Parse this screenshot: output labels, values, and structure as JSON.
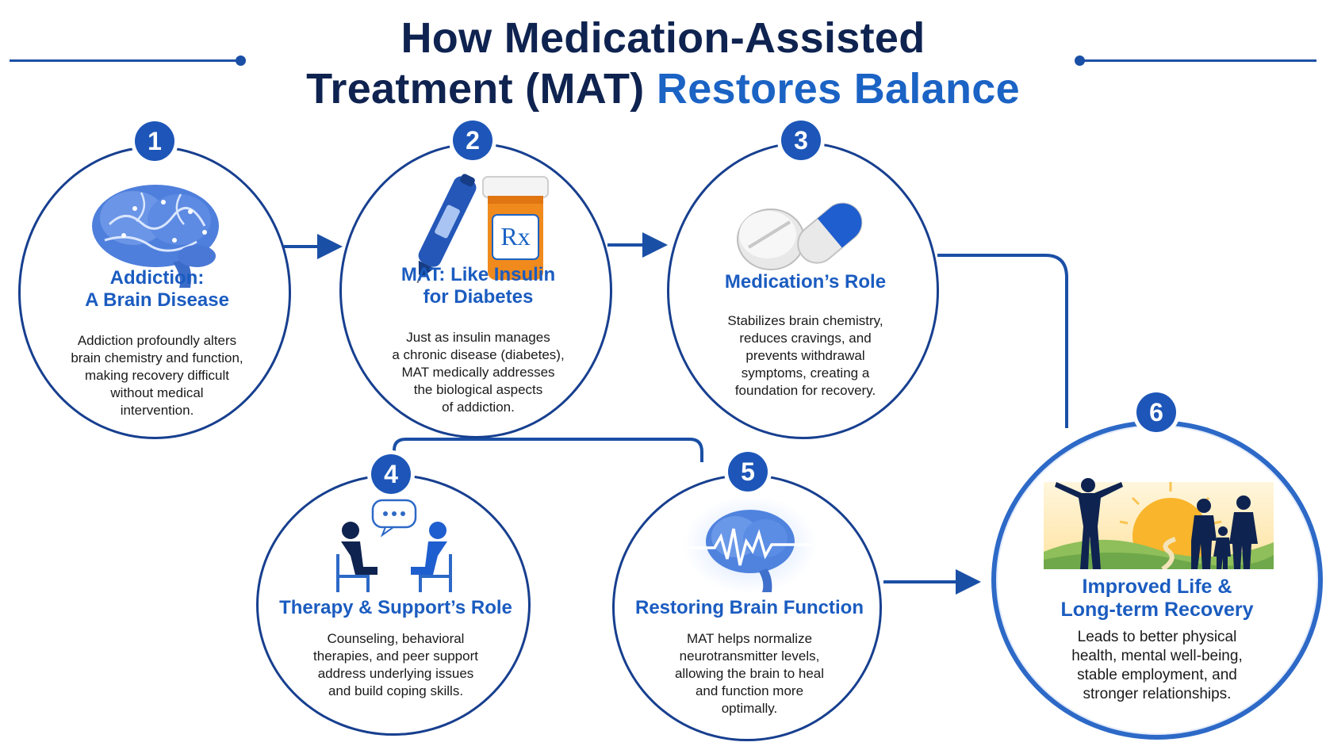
{
  "title": {
    "line1": "How Medication-Assisted",
    "line2_dark": "Treatment (MAT) ",
    "line2_accent": "Restores Balance"
  },
  "colors": {
    "navy": "#0f2350",
    "accent_blue": "#1b63c4",
    "circle_border": "#173f8f",
    "badge": "#1d56b8",
    "connector": "#1a4fa6",
    "pill_orange": "#f08a1c"
  },
  "steps": [
    {
      "number": "1",
      "title_line1": "Addiction:",
      "title_line2": "A Brain Disease",
      "desc_lines": [
        "Addiction profoundly alters",
        "brain chemistry and function,",
        "making recovery difficult",
        "without medical",
        "intervention."
      ],
      "icon": "brain-icon"
    },
    {
      "number": "2",
      "title_line1": "MAT: Like Insulin",
      "title_line2": "for Diabetes",
      "desc_lines": [
        "Just as insulin manages",
        "a chronic disease (diabetes),",
        "MAT medically addresses",
        "the biological aspects",
        "of addiction."
      ],
      "icon": "insulin-pen-and-pill-bottle-icon",
      "bottle_label": "Rx"
    },
    {
      "number": "3",
      "title_line1": "Medication’s Role",
      "title_line2": "",
      "desc_lines": [
        "Stabilizes brain chemistry,",
        "reduces cravings, and",
        "prevents withdrawal",
        "symptoms, creating a",
        "foundation for recovery."
      ],
      "icon": "pills-icon"
    },
    {
      "number": "4",
      "title_line1": "Therapy & Support’s Role",
      "title_line2": "",
      "desc_lines": [
        "Counseling, behavioral",
        "therapies, and peer support",
        "address underlying issues",
        "and build coping skills."
      ],
      "icon": "counseling-session-icon"
    },
    {
      "number": "5",
      "title_line1": "Restoring Brain Function",
      "title_line2": "",
      "desc_lines": [
        "MAT helps normalize",
        "neurotransmitter levels,",
        "allowing the brain to heal",
        "and function more",
        "optimally."
      ],
      "icon": "glowing-brain-icon"
    },
    {
      "number": "6",
      "title_line1": "Improved Life &",
      "title_line2": "Long-term Recovery",
      "desc_lines": [
        "Leads to better physical",
        "health, mental well-being,",
        "stable employment, and",
        "stronger relationships."
      ],
      "icon": "family-sunrise-icon"
    }
  ]
}
